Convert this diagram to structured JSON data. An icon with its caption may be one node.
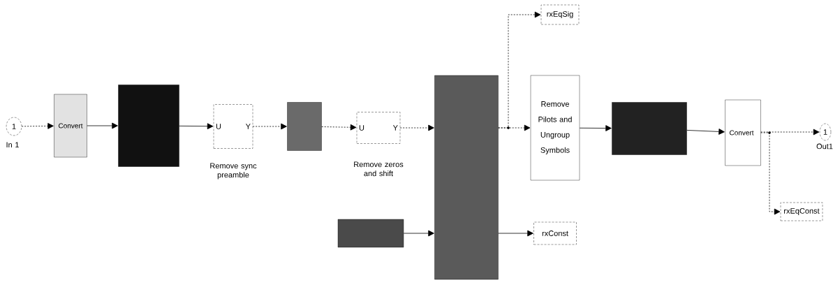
{
  "diagram": {
    "nodes": [
      {
        "text": [
          "1"
        ],
        "beside": [
          "In 1"
        ]
      },
      {
        "text": [
          "Convert"
        ]
      },
      {
        "text": [],
        "shape": "box"
      },
      {
        "text": [
          "U",
          "Y"
        ],
        "beside": [
          "Remove sync preamble"
        ]
      },
      {
        "text": [],
        "shape": "box"
      },
      {
        "text": [
          "U",
          "Y"
        ],
        "beside": [
          "Remove zeros and shift"
        ]
      },
      {
        "text": [],
        "shape": "box"
      },
      {
        "text": [],
        "shape": "box"
      },
      {
        "text": [
          "rxEqSig"
        ]
      },
      {
        "text": [
          "Remove Pilots and Ungroup Symbols"
        ]
      },
      {
        "text": [
          "rxConst"
        ]
      },
      {
        "text": [],
        "shape": "box"
      },
      {
        "text": [
          "Convert"
        ]
      },
      {
        "text": [
          "1"
        ],
        "beside": [
          "Out1"
        ]
      },
      {
        "text": [
          "rxEqConst"
        ]
      }
    ],
    "edges": [
      {
        "from": 0,
        "to": 1,
        "arrow": "to",
        "style": "dashed"
      },
      {
        "from": 1,
        "to": 2,
        "arrow": "to"
      },
      {
        "from": 2,
        "to": 3,
        "arrow": "to"
      },
      {
        "from": 3,
        "to": 4,
        "arrow": "to",
        "style": "dashed"
      },
      {
        "from": 4,
        "to": 5,
        "arrow": "to",
        "style": "dashed"
      },
      {
        "from": 5,
        "to": 6,
        "arrow": "to",
        "style": "dashed"
      },
      {
        "from": 7,
        "to": 6,
        "arrow": "to"
      },
      {
        "from": 6,
        "to": 8,
        "arrow": "to",
        "style": "dashed"
      },
      {
        "from": 6,
        "to": 9,
        "arrow": "to",
        "style": "dashed"
      },
      {
        "from": 6,
        "to": 10,
        "arrow": "to"
      },
      {
        "from": 9,
        "to": 11,
        "arrow": "to"
      },
      {
        "from": 11,
        "to": 12,
        "arrow": "to"
      },
      {
        "from": 12,
        "to": 13,
        "arrow": "to",
        "style": "dashed"
      },
      {
        "from": 12,
        "to": 14,
        "arrow": "to",
        "style": "dashed"
      }
    ]
  }
}
